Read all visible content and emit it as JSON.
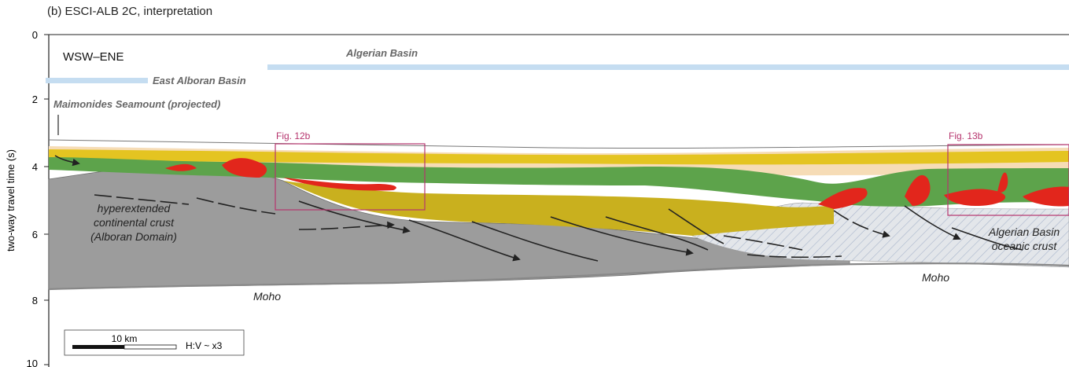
{
  "panel_title": "(b) ESCI-ALB 2C, interpretation",
  "axis": {
    "ylabel": "two-way travel time (s)",
    "ticks": [
      "0",
      "2",
      "4",
      "6",
      "8",
      "10"
    ]
  },
  "labels": {
    "direction": "WSW–ENE",
    "algerian_basin": "Algerian Basin",
    "east_alboran_basin": "East Alboran Basin",
    "maimonides": "Maimonides Seamount (projected)",
    "fig12b": "Fig. 12b",
    "fig13b": "Fig. 13b",
    "crust_line1": "hyperextended",
    "crust_line2": "continental crust",
    "crust_line3": "(Alboran Domain)",
    "oceanic_line1": "Algerian Basin",
    "oceanic_line2": "oceanic crust",
    "moho_left": "Moho",
    "moho_right": "Moho"
  },
  "scale": {
    "bar_label": "10 km",
    "exaggeration": "H:V ~ x3"
  },
  "colors": {
    "continental_crust": "#9c9c9c",
    "oceanic_crust": "#e3e6ea",
    "sediment_yellow": "#e4c421",
    "sediment_olive": "#c9b01e",
    "sediment_green": "#5da34b",
    "sediment_red": "#e2261c",
    "sediment_peach": "#f6dcb6",
    "basin_bar": "#c5ddf1",
    "box_magenta": "#b6356e"
  }
}
